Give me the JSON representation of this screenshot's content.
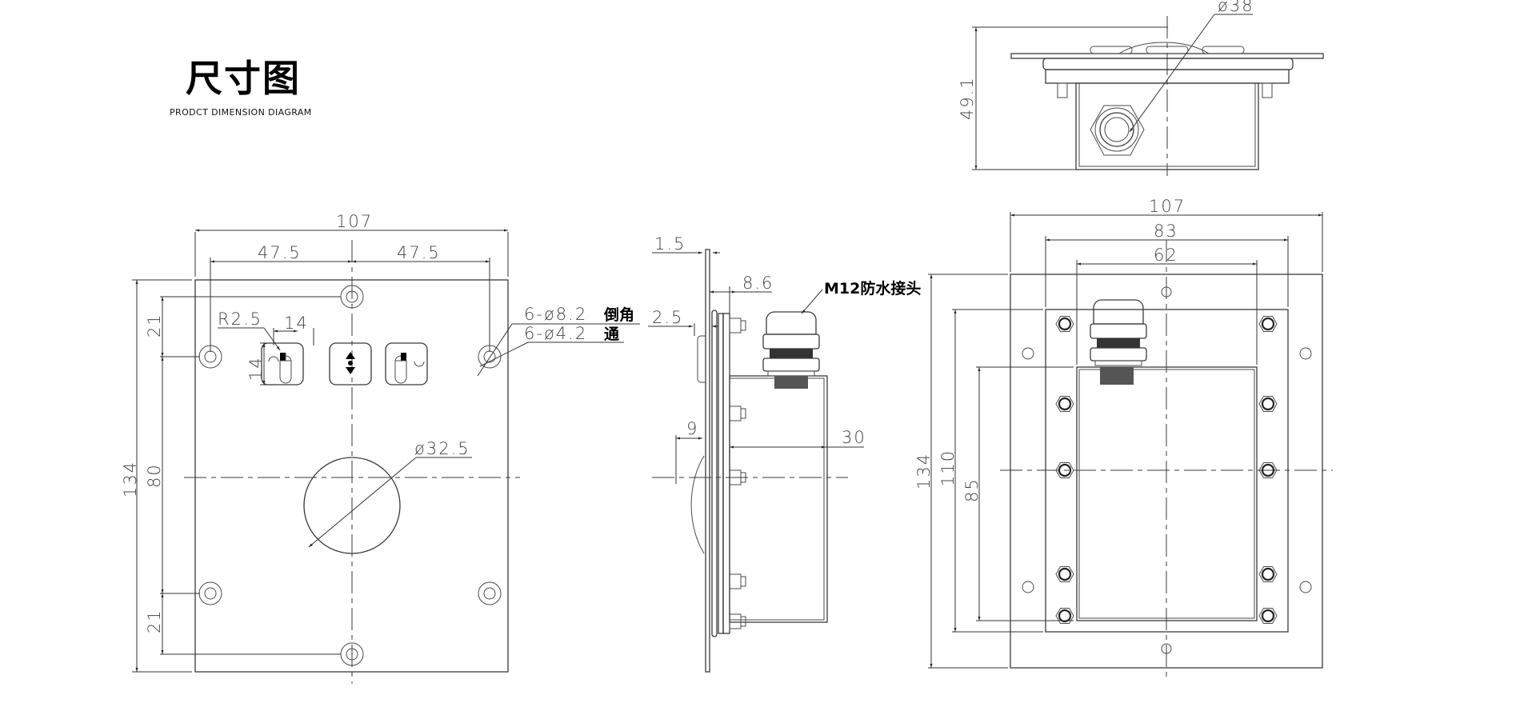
{
  "header": {
    "title": "尺寸图",
    "subtitle": "PRODCT DIMENSION DIAGRAM"
  },
  "front_view": {
    "width": "107",
    "left_half": "47.5",
    "right_half": "47.5",
    "height": "134",
    "top_offset": "21",
    "hole_spacing": "80",
    "bottom_offset": "21",
    "key_radius": "R2.5",
    "key_width": "14",
    "key_height": "14",
    "hole_callout_chamfer": "6-ø8.2",
    "hole_callout_chamfer_note": "倒角",
    "hole_callout_through": "6-ø4.2",
    "hole_callout_through_note": "通",
    "trackball_diameter": "ø32.5",
    "keys": [
      "left-click-key",
      "scroll-key",
      "right-click-key"
    ]
  },
  "side_view": {
    "panel_thickness": "1.5",
    "gasket_thickness": "2.5",
    "flange_depth": "8.6",
    "ball_protrusion": "9",
    "box_depth": "30",
    "connector_label": "M12防水接头"
  },
  "top_view": {
    "ball_diameter": "ø38",
    "total_height": "49.1"
  },
  "rear_view": {
    "width": "107",
    "flange_width": "83",
    "box_width": "62",
    "height": "134",
    "flange_height": "110",
    "box_height": "85"
  }
}
